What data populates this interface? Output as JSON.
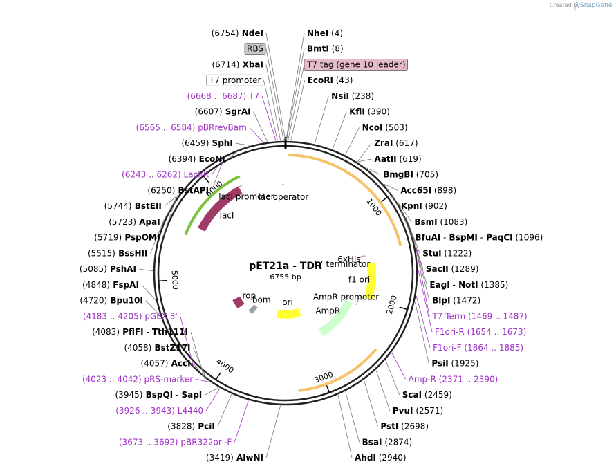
{
  "header": {
    "watermark_prefix": "Created by",
    "watermark_brand": "SnapGene",
    "logo_icon": "snapgene-logo-icon"
  },
  "plasmid": {
    "name": "pET21a - TDR",
    "size_label": "6755 bp",
    "length": 6755
  },
  "ticks": [
    {
      "pos": 1000,
      "label": "1000"
    },
    {
      "pos": 2000,
      "label": "2000"
    },
    {
      "pos": 3000,
      "label": "3000"
    },
    {
      "pos": 4000,
      "label": "4000"
    },
    {
      "pos": 5000,
      "label": "5000"
    },
    {
      "pos": 6000,
      "label": "6000"
    }
  ],
  "sites": [
    {
      "id": "ndei",
      "parts": [
        {
          "t": "(6754)",
          "k": "pos"
        },
        {
          "t": "NdeI",
          "k": "name"
        }
      ],
      "pos": 6754
    },
    {
      "id": "rbs",
      "box": "gray",
      "parts": [
        {
          "t": "RBS",
          "k": "feat"
        }
      ],
      "pos": 6740
    },
    {
      "id": "xbai",
      "parts": [
        {
          "t": "(6714)",
          "k": "pos"
        },
        {
          "t": "XbaI",
          "k": "name"
        }
      ],
      "pos": 6714
    },
    {
      "id": "t7promoter",
      "box": "white",
      "parts": [
        {
          "t": "T7 promoter",
          "k": "feat"
        }
      ],
      "pos": 6690
    },
    {
      "id": "t7primer",
      "parts": [
        {
          "t": "(6668 .. 6687)",
          "k": "primer"
        },
        {
          "t": "T7",
          "k": "primer"
        }
      ],
      "pos": 6677
    },
    {
      "id": "sgrai",
      "parts": [
        {
          "t": "(6607)",
          "k": "pos"
        },
        {
          "t": "SgrAI",
          "k": "name"
        }
      ],
      "pos": 6607
    },
    {
      "id": "pbrrevbam",
      "parts": [
        {
          "t": "(6565 .. 6584)",
          "k": "primer"
        },
        {
          "t": "pBRrevBam",
          "k": "primer"
        }
      ],
      "pos": 6574
    },
    {
      "id": "sphi",
      "parts": [
        {
          "t": "(6459)",
          "k": "pos"
        },
        {
          "t": "SphI",
          "k": "name"
        }
      ],
      "pos": 6459
    },
    {
      "id": "econi",
      "parts": [
        {
          "t": "(6394)",
          "k": "pos"
        },
        {
          "t": "EcoNI",
          "k": "name"
        }
      ],
      "pos": 6394
    },
    {
      "id": "bstapi",
      "parts": [
        {
          "t": "(6250)",
          "k": "pos"
        },
        {
          "t": "BstAPI",
          "k": "name"
        }
      ],
      "pos": 6250
    },
    {
      "id": "laci-r",
      "parts": [
        {
          "t": "(6243 .. 6262)",
          "k": "primer"
        },
        {
          "t": "LacI-R",
          "k": "primer"
        }
      ],
      "pos": 6252
    },
    {
      "id": "bsteii",
      "parts": [
        {
          "t": "(5744)",
          "k": "pos"
        },
        {
          "t": "BstEII",
          "k": "name"
        }
      ],
      "pos": 5744
    },
    {
      "id": "apai",
      "parts": [
        {
          "t": "(5723)",
          "k": "pos"
        },
        {
          "t": "ApaI",
          "k": "name"
        }
      ],
      "pos": 5723
    },
    {
      "id": "pspomi",
      "parts": [
        {
          "t": "(5719)",
          "k": "pos"
        },
        {
          "t": "PspOMI",
          "k": "name"
        }
      ],
      "pos": 5719
    },
    {
      "id": "bsshii",
      "parts": [
        {
          "t": "(5515)",
          "k": "pos"
        },
        {
          "t": "BssHII",
          "k": "name"
        }
      ],
      "pos": 5515
    },
    {
      "id": "pshai",
      "parts": [
        {
          "t": "(5085)",
          "k": "pos"
        },
        {
          "t": "PshAI",
          "k": "name"
        }
      ],
      "pos": 5085
    },
    {
      "id": "fspai",
      "parts": [
        {
          "t": "(4848)",
          "k": "pos"
        },
        {
          "t": "FspAI",
          "k": "name"
        }
      ],
      "pos": 4848
    },
    {
      "id": "bpu10i",
      "parts": [
        {
          "t": "(4720)",
          "k": "pos"
        },
        {
          "t": "Bpu10I",
          "k": "name"
        }
      ],
      "pos": 4720
    },
    {
      "id": "pgex3",
      "parts": [
        {
          "t": "(4183 .. 4205)",
          "k": "primer"
        },
        {
          "t": "pGEX 3'",
          "k": "primer"
        }
      ],
      "pos": 4194
    },
    {
      "id": "pflfi",
      "parts": [
        {
          "t": "(4083)",
          "k": "pos"
        },
        {
          "t": "PflFI",
          "k": "name"
        },
        {
          "t": "-",
          "k": "pos"
        },
        {
          "t": "Tth111I",
          "k": "name"
        }
      ],
      "pos": 4083
    },
    {
      "id": "bstz17i",
      "parts": [
        {
          "t": "(4058)",
          "k": "pos"
        },
        {
          "t": "BstZ17I",
          "k": "name"
        }
      ],
      "pos": 4058
    },
    {
      "id": "acci",
      "parts": [
        {
          "t": "(4057)",
          "k": "pos"
        },
        {
          "t": "AccI",
          "k": "name"
        }
      ],
      "pos": 4057
    },
    {
      "id": "prs-marker",
      "parts": [
        {
          "t": "(4023 .. 4042)",
          "k": "primer"
        },
        {
          "t": "pRS-marker",
          "k": "primer"
        }
      ],
      "pos": 4032
    },
    {
      "id": "bspqi",
      "parts": [
        {
          "t": "(3945)",
          "k": "pos"
        },
        {
          "t": "BspQI",
          "k": "name"
        },
        {
          "t": "-",
          "k": "pos"
        },
        {
          "t": "SapI",
          "k": "name"
        }
      ],
      "pos": 3945
    },
    {
      "id": "l4440",
      "parts": [
        {
          "t": "(3926 .. 3943)",
          "k": "primer"
        },
        {
          "t": "L4440",
          "k": "primer"
        }
      ],
      "pos": 3934
    },
    {
      "id": "pcii",
      "parts": [
        {
          "t": "(3828)",
          "k": "pos"
        },
        {
          "t": "PciI",
          "k": "name"
        }
      ],
      "pos": 3828
    },
    {
      "id": "pbr322ori-f",
      "parts": [
        {
          "t": "(3673 .. 3692)",
          "k": "primer"
        },
        {
          "t": "pBR322ori-F",
          "k": "primer"
        }
      ],
      "pos": 3682
    },
    {
      "id": "alwni",
      "parts": [
        {
          "t": "(3419)",
          "k": "pos"
        },
        {
          "t": "AlwNI",
          "k": "name"
        }
      ],
      "pos": 3419
    },
    {
      "id": "nhei",
      "parts": [
        {
          "t": "NheI",
          "k": "name"
        },
        {
          "t": "(4)",
          "k": "pos"
        }
      ],
      "pos": 4
    },
    {
      "id": "bmti",
      "parts": [
        {
          "t": "BmtI",
          "k": "name"
        },
        {
          "t": "(8)",
          "k": "pos"
        }
      ],
      "pos": 8
    },
    {
      "id": "t7tag",
      "box": "pink",
      "parts": [
        {
          "t": "T7 tag (gene 10 leader)",
          "k": "feat"
        }
      ],
      "pos": 20
    },
    {
      "id": "ecori",
      "parts": [
        {
          "t": "EcoRI",
          "k": "name"
        },
        {
          "t": "(43)",
          "k": "pos"
        }
      ],
      "pos": 43
    },
    {
      "id": "nsii",
      "parts": [
        {
          "t": "NsiI",
          "k": "name"
        },
        {
          "t": "(238)",
          "k": "pos"
        }
      ],
      "pos": 238
    },
    {
      "id": "kfli",
      "parts": [
        {
          "t": "KflI",
          "k": "name"
        },
        {
          "t": "(390)",
          "k": "pos"
        }
      ],
      "pos": 390
    },
    {
      "id": "ncoi",
      "parts": [
        {
          "t": "NcoI",
          "k": "name"
        },
        {
          "t": "(503)",
          "k": "pos"
        }
      ],
      "pos": 503
    },
    {
      "id": "zrai",
      "parts": [
        {
          "t": "ZraI",
          "k": "name"
        },
        {
          "t": "(617)",
          "k": "pos"
        }
      ],
      "pos": 617
    },
    {
      "id": "aatii",
      "parts": [
        {
          "t": "AatII",
          "k": "name"
        },
        {
          "t": "(619)",
          "k": "pos"
        }
      ],
      "pos": 619
    },
    {
      "id": "bmgbi",
      "parts": [
        {
          "t": "BmgBI",
          "k": "name"
        },
        {
          "t": "(705)",
          "k": "pos"
        }
      ],
      "pos": 705
    },
    {
      "id": "acc65i",
      "parts": [
        {
          "t": "Acc65I",
          "k": "name"
        },
        {
          "t": "(898)",
          "k": "pos"
        }
      ],
      "pos": 898
    },
    {
      "id": "kpni",
      "parts": [
        {
          "t": "KpnI",
          "k": "name"
        },
        {
          "t": "(902)",
          "k": "pos"
        }
      ],
      "pos": 902
    },
    {
      "id": "bsmi",
      "parts": [
        {
          "t": "BsmI",
          "k": "name"
        },
        {
          "t": "(1083)",
          "k": "pos"
        }
      ],
      "pos": 1083
    },
    {
      "id": "bfuai",
      "parts": [
        {
          "t": "BfuAI",
          "k": "name"
        },
        {
          "t": "-",
          "k": "pos"
        },
        {
          "t": "BspMI",
          "k": "name"
        },
        {
          "t": "-",
          "k": "pos"
        },
        {
          "t": "PaqCI",
          "k": "name"
        },
        {
          "t": "(1096)",
          "k": "pos"
        }
      ],
      "pos": 1096
    },
    {
      "id": "stui",
      "parts": [
        {
          "t": "StuI",
          "k": "name"
        },
        {
          "t": "(1222)",
          "k": "pos"
        }
      ],
      "pos": 1222
    },
    {
      "id": "sacii",
      "parts": [
        {
          "t": "SacII",
          "k": "name"
        },
        {
          "t": "(1289)",
          "k": "pos"
        }
      ],
      "pos": 1289
    },
    {
      "id": "eagi",
      "parts": [
        {
          "t": "EagI",
          "k": "name"
        },
        {
          "t": "-",
          "k": "pos"
        },
        {
          "t": "NotI",
          "k": "name"
        },
        {
          "t": "(1385)",
          "k": "pos"
        }
      ],
      "pos": 1385
    },
    {
      "id": "blpi",
      "parts": [
        {
          "t": "BlpI",
          "k": "name"
        },
        {
          "t": "(1472)",
          "k": "pos"
        }
      ],
      "pos": 1472
    },
    {
      "id": "t7term",
      "parts": [
        {
          "t": "T7 Term",
          "k": "primer"
        },
        {
          "t": "(1469 .. 1487)",
          "k": "primer"
        }
      ],
      "pos": 1478
    },
    {
      "id": "f1ori-r",
      "parts": [
        {
          "t": "F1ori-R",
          "k": "primer"
        },
        {
          "t": "(1654 .. 1673)",
          "k": "primer"
        }
      ],
      "pos": 1663
    },
    {
      "id": "f1ori-f",
      "parts": [
        {
          "t": "F1ori-F",
          "k": "primer"
        },
        {
          "t": "(1864 .. 1885)",
          "k": "primer"
        }
      ],
      "pos": 1874
    },
    {
      "id": "psii",
      "parts": [
        {
          "t": "PsiI",
          "k": "name"
        },
        {
          "t": "(1925)",
          "k": "pos"
        }
      ],
      "pos": 1925
    },
    {
      "id": "amp-r",
      "parts": [
        {
          "t": "Amp-R",
          "k": "primer"
        },
        {
          "t": "(2371 .. 2390)",
          "k": "primer"
        }
      ],
      "pos": 2380
    },
    {
      "id": "scai",
      "parts": [
        {
          "t": "ScaI",
          "k": "name"
        },
        {
          "t": "(2459)",
          "k": "pos"
        }
      ],
      "pos": 2459
    },
    {
      "id": "pvui",
      "parts": [
        {
          "t": "PvuI",
          "k": "name"
        },
        {
          "t": "(2571)",
          "k": "pos"
        }
      ],
      "pos": 2571
    },
    {
      "id": "psti",
      "parts": [
        {
          "t": "PstI",
          "k": "name"
        },
        {
          "t": "(2698)",
          "k": "pos"
        }
      ],
      "pos": 2698
    },
    {
      "id": "bsai",
      "parts": [
        {
          "t": "BsaI",
          "k": "name"
        },
        {
          "t": "(2874)",
          "k": "pos"
        }
      ],
      "pos": 2874
    },
    {
      "id": "ahdi",
      "parts": [
        {
          "t": "AhdI",
          "k": "name"
        },
        {
          "t": "(2940)",
          "k": "pos"
        }
      ],
      "pos": 2940
    }
  ],
  "features": [
    {
      "id": "tdr-insert",
      "name": "",
      "color": "#f5c46a",
      "start": 20,
      "end": 1440
    },
    {
      "id": "ampr-outer",
      "name": "",
      "color": "#f5c46a",
      "start": 2440,
      "end": 3260
    },
    {
      "id": "laci-outer",
      "name": "",
      "color": "#7cc23f",
      "start": 6280,
      "end": 5460
    },
    {
      "id": "laci",
      "name": "lacI",
      "color": "#a03a67",
      "start": 6220,
      "end": 5580
    },
    {
      "id": "laci-promoter",
      "name": "lacI promoter",
      "color": "#ffffff",
      "start": 6270,
      "end": 6220
    },
    {
      "id": "lac-operator",
      "name": "lac operator",
      "color": "#ffffff",
      "start": 6740,
      "end": 6710
    },
    {
      "id": "f1-ori",
      "name": "f1 ori",
      "color": "#ffff33",
      "start": 1560,
      "end": 2010
    },
    {
      "id": "ampr",
      "name": "AmpR",
      "color": "#ccffcc",
      "start": 2140,
      "end": 2800
    },
    {
      "id": "ampr-promoter",
      "name": "AmpR promoter",
      "color": "#ffffff",
      "start": 2040,
      "end": 2140
    },
    {
      "id": "ori",
      "name": "ori",
      "color": "#ffff33",
      "start": 3600,
      "end": 3000
    },
    {
      "id": "rop",
      "name": "rop",
      "color": "#a03a67",
      "start": 4560,
      "end": 4380
    },
    {
      "id": "bom",
      "name": "bom",
      "color": "#9aa0a6",
      "start": 4220,
      "end": 4110
    },
    {
      "id": "his-tag",
      "name": "6xHis",
      "color": "#d4a0b8",
      "start": 1450,
      "end": 1470
    },
    {
      "id": "t7-terminator",
      "name": "T7 terminator",
      "color": "#ffffff",
      "start": 1500,
      "end": 1540
    }
  ]
}
